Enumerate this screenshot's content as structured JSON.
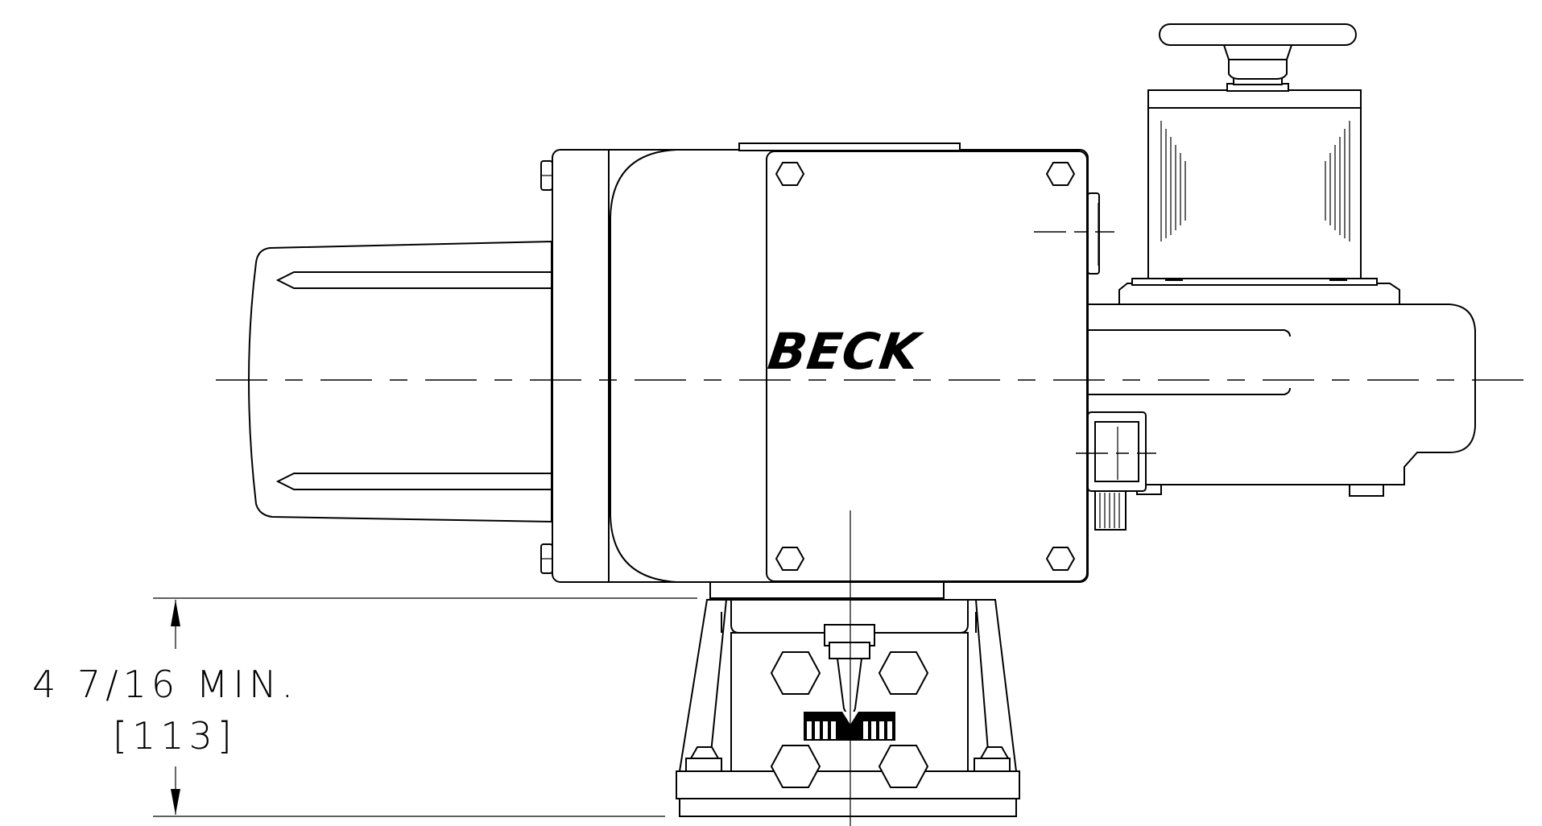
{
  "logo": {
    "text": "BECK"
  },
  "dimension": {
    "primary": "4 7/16 MIN.",
    "secondary": "[113]"
  }
}
